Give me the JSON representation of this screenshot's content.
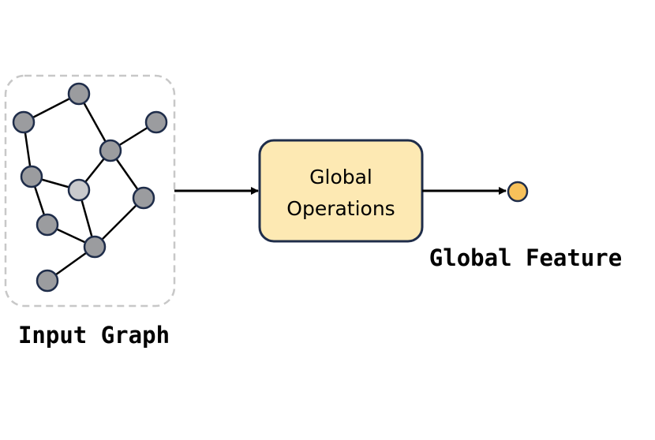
{
  "input_graph": {
    "label": "Input Graph"
  },
  "operation_box": {
    "line1": "Global",
    "line2": "Operations",
    "fill": "#fde9b3",
    "stroke": "#1f2d4a"
  },
  "output": {
    "label": "Global Feature",
    "node_fill": "#f7c15a"
  },
  "colors": {
    "node_fill": "#9b9c9f",
    "node_highlight_fill": "#c9cacd",
    "node_stroke": "#1f2d4a",
    "container_border": "#c8c8c8"
  }
}
